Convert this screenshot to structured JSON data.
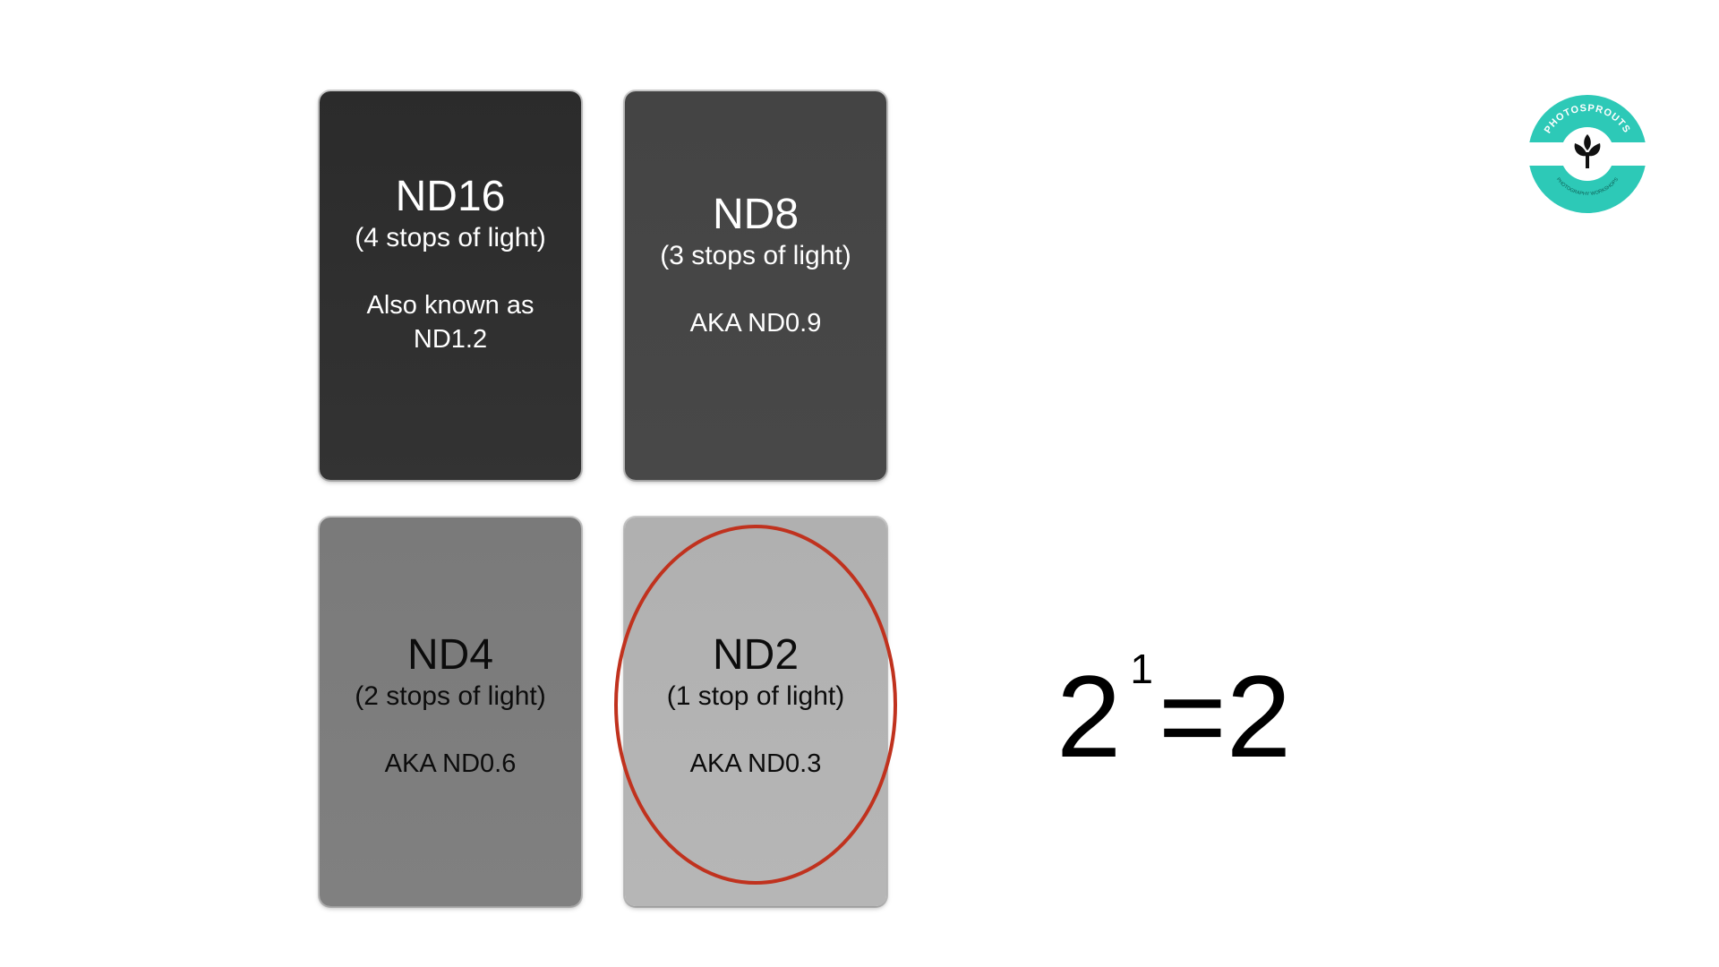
{
  "cards": [
    {
      "title": "ND16",
      "stops": "(4 stops of light)",
      "aka": "Also known as\nND1.2"
    },
    {
      "title": "ND8",
      "stops": "(3 stops of light)",
      "aka": "AKA ND0.9"
    },
    {
      "title": "ND4",
      "stops": "(2 stops of light)",
      "aka": "AKA ND0.6"
    },
    {
      "title": "ND2",
      "stops": "(1 stop of light)",
      "aka": "AKA ND0.3"
    }
  ],
  "formula": {
    "base": "2",
    "exponent": "1",
    "rest": "=2"
  },
  "logo": {
    "top_text": "PHOTOSPROUTS",
    "bottom_text": "PHOTOGRAPHY WORKSHOPS",
    "accent_color": "#2dc9b7",
    "icon": "sprout-icon"
  },
  "colors": {
    "highlight": "#c0321e"
  }
}
